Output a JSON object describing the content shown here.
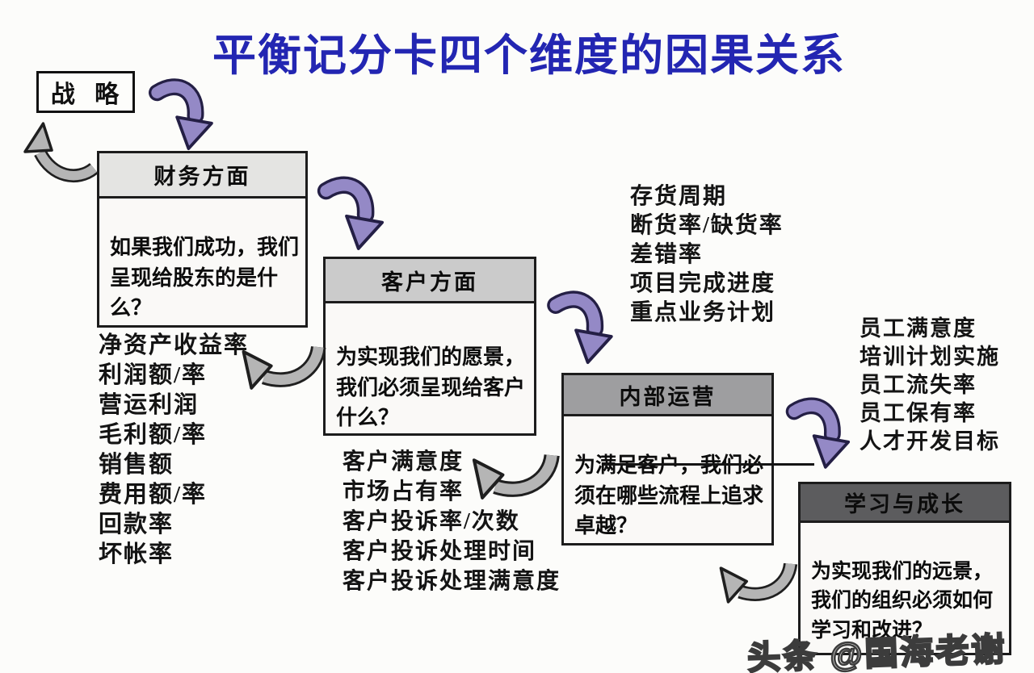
{
  "title": "平衡记分卡四个维度的因果关系",
  "strategy": {
    "label": "战 略"
  },
  "boxes": {
    "financial": {
      "header": "财务方面",
      "body": "如果我们成功，我们呈现给股东的是什么？",
      "header_color": "#e4e4e2"
    },
    "customer": {
      "header": "客户方面",
      "body": "为实现我们的愿景，我们必须呈现给客户什么？",
      "header_color": "#cbcbcb"
    },
    "internal": {
      "header": "内部运营",
      "body": "为满足客户，我们必须在哪些流程上追求卓越？",
      "header_color": "#9e9ea0"
    },
    "learning": {
      "header": "学习与成长",
      "body": "为实现我们的远景，我们的组织必须如何学习和改进？",
      "header_color": "#5c5c5e"
    }
  },
  "metrics": {
    "financial": [
      "净资产收益率",
      "利润额/率",
      "营运利润",
      "毛利额/率",
      "销售额",
      "费用额/率",
      "回款率",
      "坏帐率"
    ],
    "internal": [
      "存货周期",
      "断货率/缺货率",
      "差错率",
      "项目完成进度",
      "重点业务计划"
    ],
    "customer": [
      "客户满意度",
      "市场占有率",
      "客户投诉率/次数",
      "客户投诉处理时间",
      "客户投诉处理满意度"
    ],
    "learning": [
      "员工满意度",
      "培训计划实施",
      "员工流失率",
      "员工保有率",
      "人才开发目标"
    ]
  },
  "watermark": "头条 @国海老谢",
  "colors": {
    "title_blue": "#2326b2",
    "purple_arrow": "#9489c6",
    "purple_outline": "#241f45",
    "gray_arrow": "#b5b5b5",
    "gray_outline": "#1f1f1f"
  }
}
